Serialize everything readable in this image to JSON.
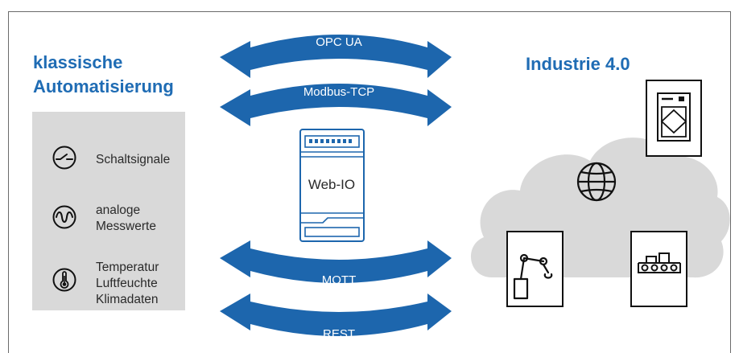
{
  "classic": {
    "heading_line1": "klassische",
    "heading_line2": "Automatisierung",
    "signals": [
      {
        "icon": "switch-signal-icon",
        "lines": [
          "Schaltsignale"
        ]
      },
      {
        "icon": "analog-wave-icon",
        "lines": [
          "analoge",
          "Messwerte"
        ]
      },
      {
        "icon": "thermometer-icon",
        "lines": [
          "Temperatur",
          "Luftfeuchte",
          "Klimadaten"
        ]
      }
    ]
  },
  "industry": {
    "heading": "Industrie 4.0",
    "icons": [
      "cloud-icon",
      "globe-icon",
      "display-panel-icon",
      "robot-arm-icon",
      "conveyor-icon"
    ]
  },
  "protocols": {
    "top": [
      "OPC UA",
      "Modbus-TCP"
    ],
    "bottom": [
      "MQTT",
      "REST"
    ]
  },
  "device": {
    "label": "Web-IO"
  },
  "colors": {
    "accent": "#1f6cb4",
    "arrow": "#1d66ad",
    "signal_box": "#d9d9d9",
    "cloud": "#d9d9d9",
    "text": "#2a2a2a"
  }
}
